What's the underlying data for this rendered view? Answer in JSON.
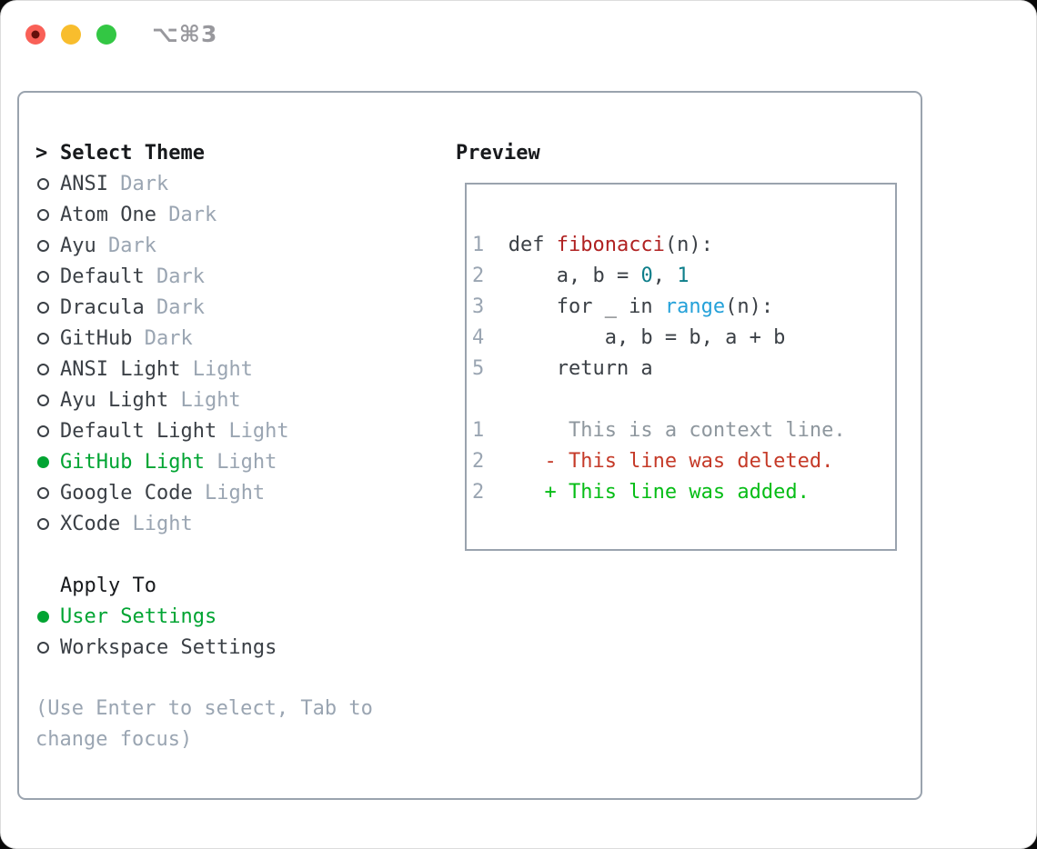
{
  "window": {
    "title": "⌥⌘3"
  },
  "colors": {
    "traffic_red": "#f96057",
    "traffic_red_dot": "#64100b",
    "traffic_yellow": "#f8bd2d",
    "traffic_green": "#33c744",
    "title_gray": "#98989d",
    "border": "#9aa3ae",
    "header_black": "#17191c",
    "item_text": "#3b4046",
    "muted": "#9aa5b2",
    "green_selected": "#00a432",
    "code_default": "#3b4046",
    "func_red": "#b02121",
    "number_teal": "#0d7e8a",
    "builtin_blue": "#24a1d9",
    "diff_context": "#8e979e",
    "diff_del": "#c53a28",
    "diff_add": "#06bd16"
  },
  "theme_list": {
    "header": "Select Theme",
    "prompt": ">",
    "items": [
      {
        "name": "ANSI",
        "variant": "Dark",
        "selected": false
      },
      {
        "name": "Atom One",
        "variant": "Dark",
        "selected": false
      },
      {
        "name": "Ayu",
        "variant": "Dark",
        "selected": false
      },
      {
        "name": "Default",
        "variant": "Dark",
        "selected": false
      },
      {
        "name": "Dracula",
        "variant": "Dark",
        "selected": false
      },
      {
        "name": "GitHub",
        "variant": "Dark",
        "selected": false
      },
      {
        "name": "ANSI Light",
        "variant": "Light",
        "selected": false
      },
      {
        "name": "Ayu Light",
        "variant": "Light",
        "selected": false
      },
      {
        "name": "Default Light",
        "variant": "Light",
        "selected": false
      },
      {
        "name": "GitHub Light",
        "variant": "Light",
        "selected": true
      },
      {
        "name": "Google Code",
        "variant": "Light",
        "selected": false
      },
      {
        "name": "XCode",
        "variant": "Light",
        "selected": false
      }
    ]
  },
  "apply_to": {
    "header": "Apply To",
    "items": [
      {
        "label": "User Settings",
        "selected": true
      },
      {
        "label": "Workspace Settings",
        "selected": false
      }
    ]
  },
  "help_text": "(Use Enter to select, Tab to change focus)",
  "preview": {
    "header": "Preview",
    "code_lines": [
      {
        "num": "1",
        "segments": [
          {
            "t": "def ",
            "c": "code"
          },
          {
            "t": "fibonacci",
            "c": "func"
          },
          {
            "t": "(n):",
            "c": "code"
          }
        ]
      },
      {
        "num": "2",
        "segments": [
          {
            "t": "    a, b = ",
            "c": "code"
          },
          {
            "t": "0",
            "c": "num"
          },
          {
            "t": ", ",
            "c": "code"
          },
          {
            "t": "1",
            "c": "num"
          }
        ]
      },
      {
        "num": "3",
        "segments": [
          {
            "t": "    for _ in ",
            "c": "code"
          },
          {
            "t": "range",
            "c": "builtin"
          },
          {
            "t": "(n):",
            "c": "code"
          }
        ]
      },
      {
        "num": "4",
        "segments": [
          {
            "t": "        a, b = b, a + b",
            "c": "code"
          }
        ]
      },
      {
        "num": "5",
        "segments": [
          {
            "t": "    return a",
            "c": "code"
          }
        ]
      },
      {
        "num": "",
        "segments": []
      },
      {
        "num": "1",
        "segments": [
          {
            "t": "     This is a context line.",
            "c": "ctx"
          }
        ]
      },
      {
        "num": "2",
        "segments": [
          {
            "t": "   - This line was deleted.",
            "c": "del"
          }
        ]
      },
      {
        "num": "2",
        "segments": [
          {
            "t": "   + This line was added.",
            "c": "add"
          }
        ]
      }
    ]
  }
}
